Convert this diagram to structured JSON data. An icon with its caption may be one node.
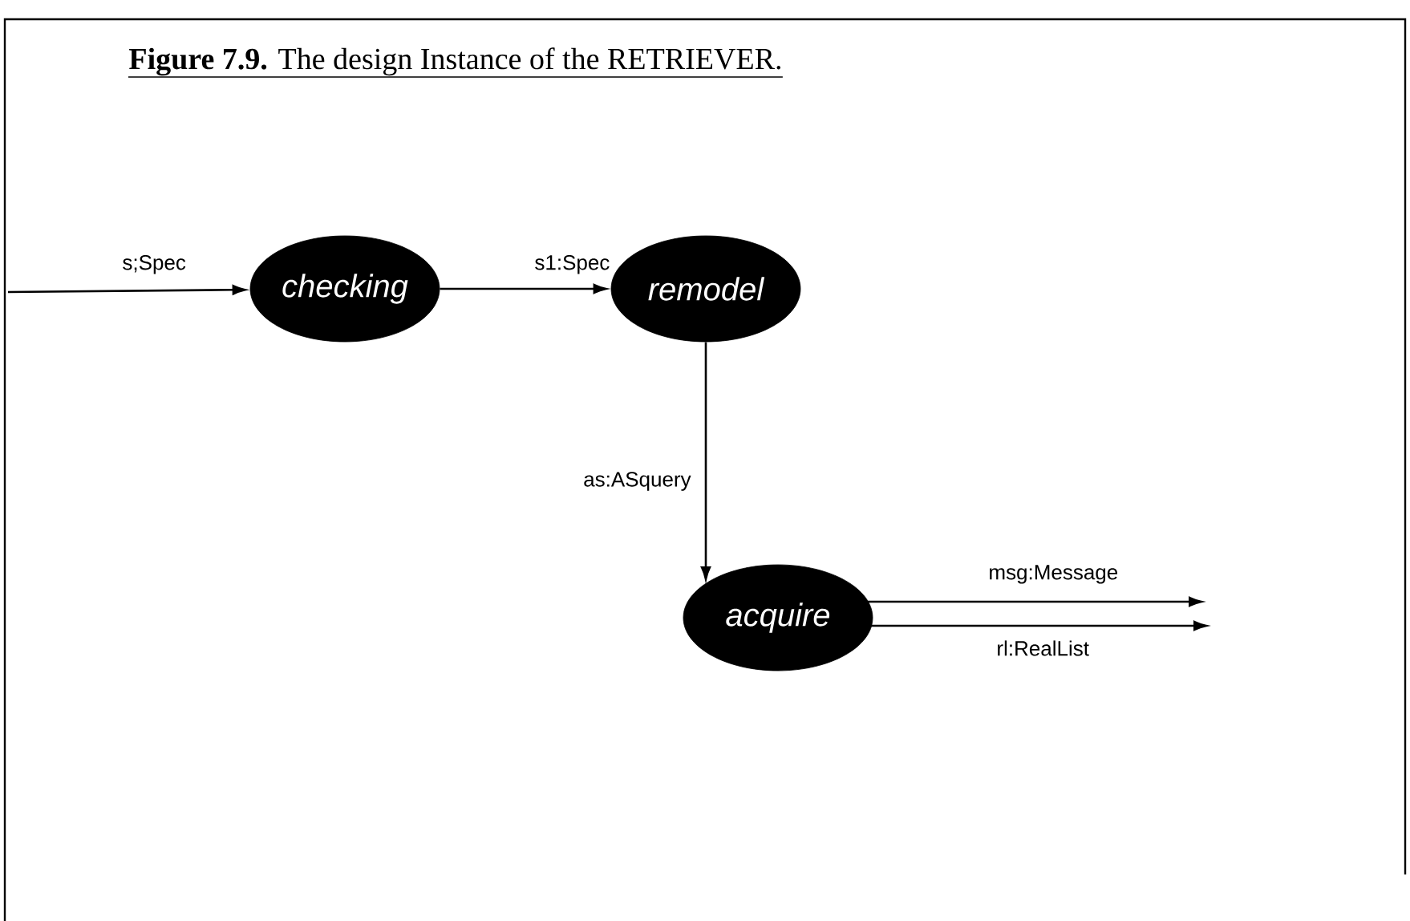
{
  "diagram": {
    "title": "**Figure 7.9.** The design Instance of the RETRIEVER.",
    "nodes": [
      {
        "text": [
          "checking"
        ]
      },
      {
        "text": [
          "remodel"
        ]
      },
      {
        "text": [
          "acquire"
        ]
      }
    ],
    "edges": [
      {
        "from": null,
        "to": 0,
        "arrow": "to",
        "label": "s;Spec"
      },
      {
        "from": 0,
        "to": 1,
        "arrow": "to",
        "label": "s1:Spec"
      },
      {
        "from": 1,
        "to": 2,
        "arrow": "to",
        "label": "as:ASquery"
      },
      {
        "from": 2,
        "to": null,
        "arrow": "to",
        "label": "msg:Message"
      },
      {
        "from": 2,
        "to": null,
        "arrow": "to",
        "label": "rl:RealList"
      }
    ]
  }
}
